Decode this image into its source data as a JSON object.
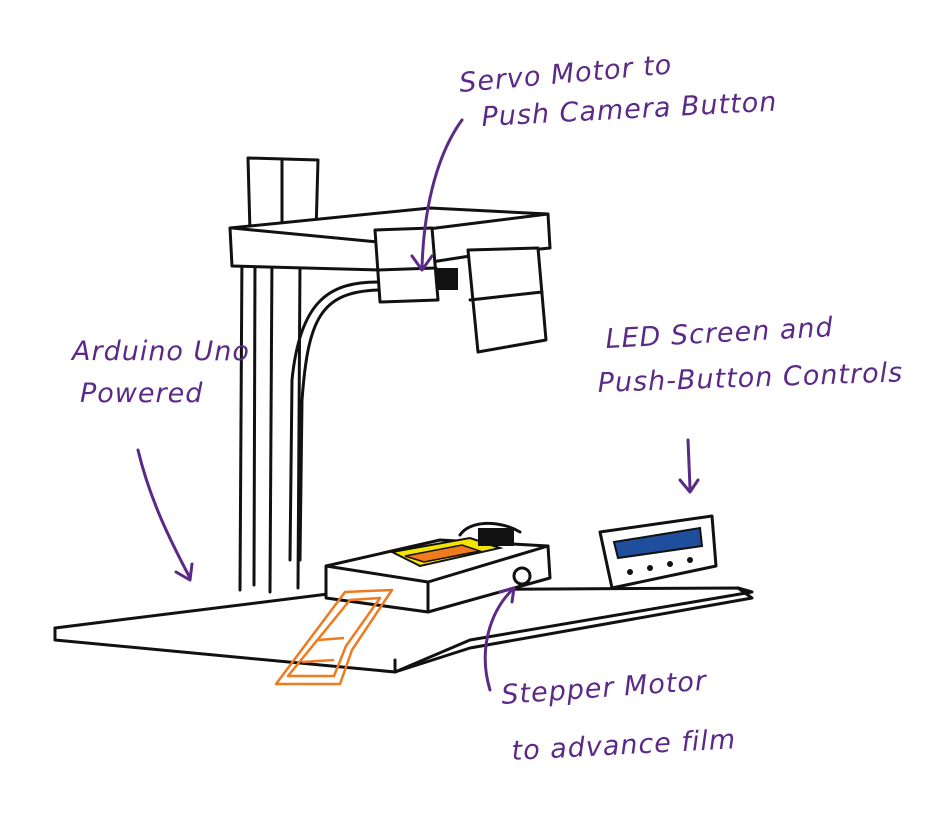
{
  "colors": {
    "annotation": "#5b2a86",
    "ink": "#111111",
    "film": "#f07a1e",
    "highlight": "#f5e400",
    "screen": "#1f4e9c"
  },
  "labels": {
    "servo": [
      "Servo Motor to",
      "Push Camera Button"
    ],
    "arduino": [
      "Arduino Uno",
      "Powered"
    ],
    "led": [
      "LED Screen and",
      "Push-Button Controls"
    ],
    "stepper": [
      "Stepper Motor",
      "to advance film"
    ]
  }
}
